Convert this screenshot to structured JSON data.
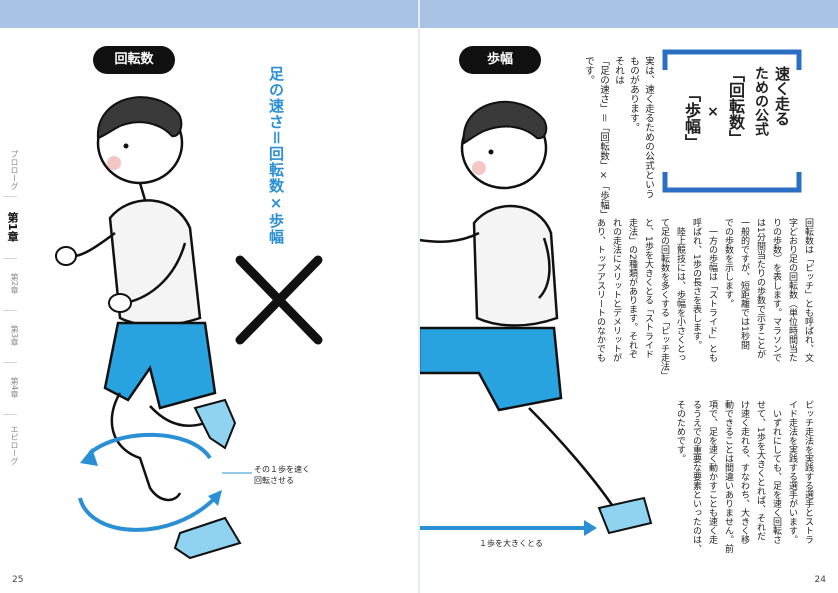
{
  "spread": {
    "left_page": {
      "label_pill": "回転数",
      "heading_vertical": "足の速さ＝回転数×歩幅",
      "caption_rotation": "その１歩を速く回転させる",
      "page_number": "25"
    },
    "right_page": {
      "label_pill": "歩幅",
      "caption_stride": "１歩を大きくとる",
      "title_lines": [
        "速く走る",
        "ための公式",
        "「回転数」",
        "×",
        "「歩幅」"
      ],
      "intro_lines": [
        "実は、速く走るための公式という",
        "ものがあります。",
        "それは",
        "「足の速さ」＝「回転数」×「歩幅」",
        "です。"
      ],
      "body_col1": [
        "回転数は「ピッチ」とも呼ばれ、文",
        "字どおり足の回転数（単位時間当た",
        "りの歩数）を表します。マラソンで",
        "は1分間当たりの歩数で示すことが",
        "一般的ですが、短距離では1秒間",
        "での歩数を示します。",
        "一方の歩幅は「ストライド」とも",
        "呼ばれ、1歩の長さを表します。",
        "陸上競技には、歩幅を小さくとっ",
        "て足の回転数を多くする「ピッチ走法」",
        "と、1歩を大きくとる「ストライド",
        "走法」の2種類があります。それぞ",
        "れの走法にメリットとデメリットが",
        "あり、トップアスリートのなかでも"
      ],
      "body_col2": [
        "ピッチ走法を実践する選手とストラ",
        "イド走法を実践する選手がいます。",
        "いずれにしても、足を速く回転さ",
        "せて、1歩を大きくとれば、それだ",
        "け速く走れる、すなわち、大きく移",
        "動できることは間違いありません。前",
        "項で、足を速く動かすことも速く走",
        "るうえでの重要な要素といったのは、",
        "そのためです。"
      ],
      "page_number": "24"
    },
    "tabs": [
      {
        "label": "プロローグ",
        "active": false
      },
      {
        "label": "第1章",
        "active": true
      },
      {
        "label": "第2章",
        "active": false
      },
      {
        "label": "第3章",
        "active": false
      },
      {
        "label": "第4章",
        "active": false
      },
      {
        "label": "エピローグ",
        "active": false
      }
    ]
  },
  "colors": {
    "accent_blue": "#2b8fd6",
    "shorts_blue": "#29a3df",
    "shoe_blue": "#8fd3f0",
    "bracket_blue": "#2b6fc4",
    "frame": "#a9c3e6"
  }
}
